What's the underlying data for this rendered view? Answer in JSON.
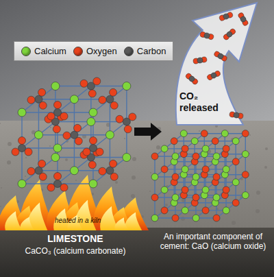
{
  "diagram": {
    "labels": [
      "CO₂ released",
      "heated in a kiln",
      "LIMESTONE",
      "CaCO₃ (calcium carbonate)",
      "An important component of cement: CaO (calcium oxide)"
    ],
    "legend": [
      {
        "text": "Calcium",
        "color": "#7fd63c"
      },
      {
        "text": "Oxygen",
        "color": "#e8421c"
      },
      {
        "text": "Carbon",
        "color": "#5a5a5a"
      }
    ]
  }
}
